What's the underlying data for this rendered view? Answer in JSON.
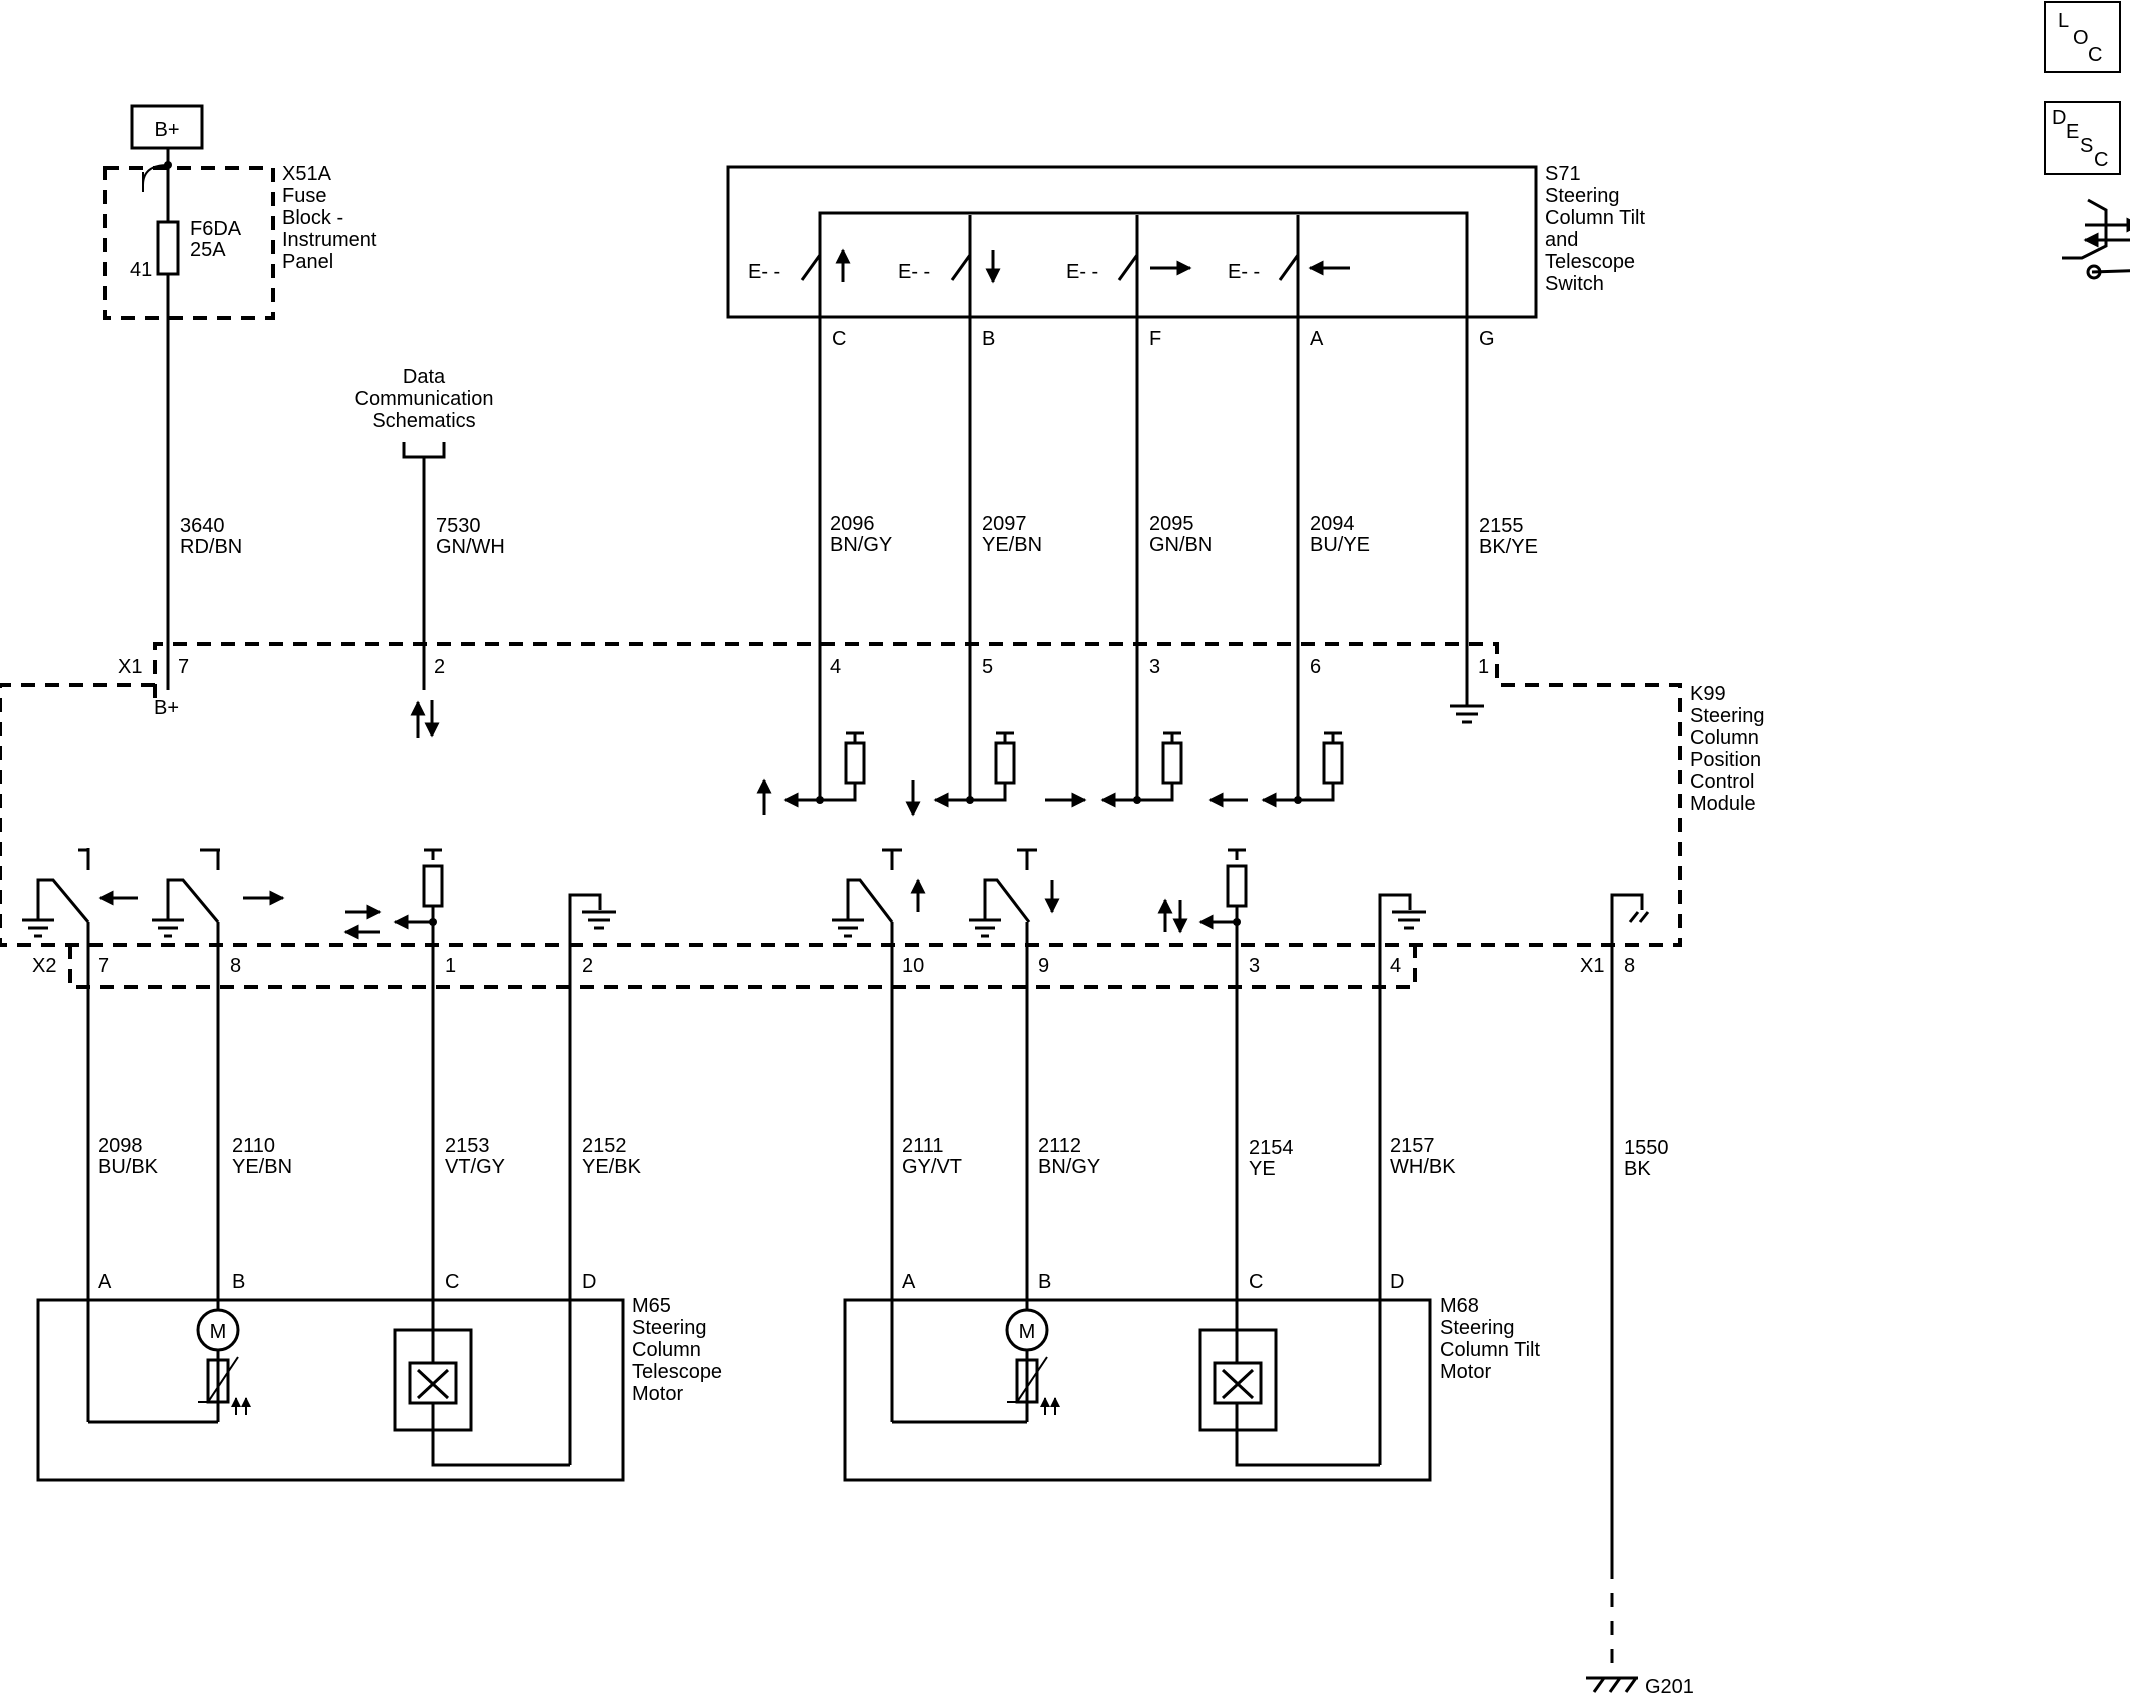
{
  "nav_icons": {
    "loc": [
      "L",
      "O",
      "C"
    ],
    "desc": [
      "D",
      "E",
      "S",
      "C"
    ],
    "connector_icon": "connector-repair-icon"
  },
  "power": {
    "label": "B+"
  },
  "fuse_block": {
    "title_lines": [
      "X51A",
      "Fuse",
      "Block -",
      "Instrument",
      "Panel"
    ],
    "fuse_lines": [
      "F6DA",
      "25A"
    ],
    "pin": "41"
  },
  "data_comm": {
    "lines": [
      "Data",
      "Communication",
      "Schematics"
    ]
  },
  "switch_s71": {
    "title_lines": [
      "S71",
      "Steering",
      "Column Tilt",
      "and",
      "Telescope",
      "Switch"
    ],
    "pins": [
      "C",
      "B",
      "F",
      "A",
      "G"
    ]
  },
  "upper_wires": [
    {
      "circuit": "3640",
      "color": "RD/BN"
    },
    {
      "circuit": "7530",
      "color": "GN/WH"
    },
    {
      "circuit": "2096",
      "color": "BN/GY"
    },
    {
      "circuit": "2097",
      "color": "YE/BN"
    },
    {
      "circuit": "2095",
      "color": "GN/BN"
    },
    {
      "circuit": "2094",
      "color": "BU/YE"
    },
    {
      "circuit": "2155",
      "color": "BK/YE"
    }
  ],
  "module_k99": {
    "title_lines": [
      "K99",
      "Steering",
      "Column",
      "Position",
      "Control",
      "Module"
    ],
    "x1_label": "X1",
    "x1_pins": [
      "7",
      "2",
      "4",
      "5",
      "3",
      "6",
      "1"
    ],
    "bplus_label": "B+",
    "x2_label": "X2",
    "x2_pins": [
      "7",
      "8",
      "1",
      "2",
      "10",
      "9",
      "3",
      "4"
    ],
    "x1b_label": "X1",
    "x1b_pin": "8"
  },
  "lower_wires": [
    {
      "circuit": "2098",
      "color": "BU/BK"
    },
    {
      "circuit": "2110",
      "color": "YE/BN"
    },
    {
      "circuit": "2153",
      "color": "VT/GY"
    },
    {
      "circuit": "2152",
      "color": "YE/BK"
    },
    {
      "circuit": "2111",
      "color": "GY/VT"
    },
    {
      "circuit": "2112",
      "color": "BN/GY"
    },
    {
      "circuit": "2154",
      "color": "YE"
    },
    {
      "circuit": "2157",
      "color": "WH/BK"
    },
    {
      "circuit": "1550",
      "color": "BK"
    }
  ],
  "motor_m65": {
    "title_lines": [
      "M65",
      "Steering",
      "Column",
      "Telescope",
      "Motor"
    ],
    "pins": [
      "A",
      "B",
      "C",
      "D"
    ],
    "motor_symbol": "M"
  },
  "motor_m68": {
    "title_lines": [
      "M68",
      "Steering",
      "Column Tilt",
      "Motor"
    ],
    "pins": [
      "A",
      "B",
      "C",
      "D"
    ],
    "motor_symbol": "M"
  },
  "ground": {
    "label": "G201"
  }
}
